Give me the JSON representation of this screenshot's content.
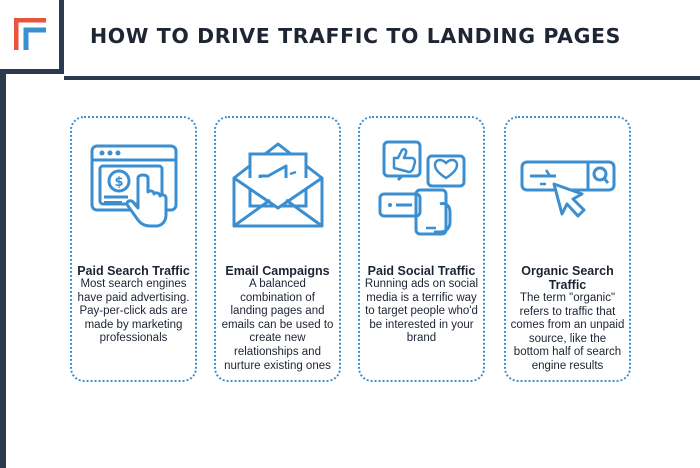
{
  "header": {
    "title": "HOW TO DRIVE TRAFFIC TO LANDING PAGES"
  },
  "colors": {
    "dark": "#2c3a4f",
    "accent_red": "#e8543c",
    "accent_blue": "#3b8fd1"
  },
  "cards": [
    {
      "icon": "browser-dollar-click-icon",
      "title": "Paid Search Traffic",
      "body": "Most search engines have paid advertising. Pay-per-click ads are made by marketing professionals"
    },
    {
      "icon": "envelope-megaphone-icon",
      "title": "Email Campaigns",
      "body": "A balanced combination of landing pages and emails can be used to create new relationships and nurture existing ones"
    },
    {
      "icon": "social-like-heart-icon",
      "title": "Paid Social Traffic",
      "body": "Running ads on social media is a terrific way to target people who'd be interested in your brand"
    },
    {
      "icon": "search-bar-cursor-icon",
      "title": "Organic Search Traffic",
      "body": "The term \"organic\" refers to traffic that comes from an unpaid source, like the bottom half of search engine results"
    }
  ]
}
